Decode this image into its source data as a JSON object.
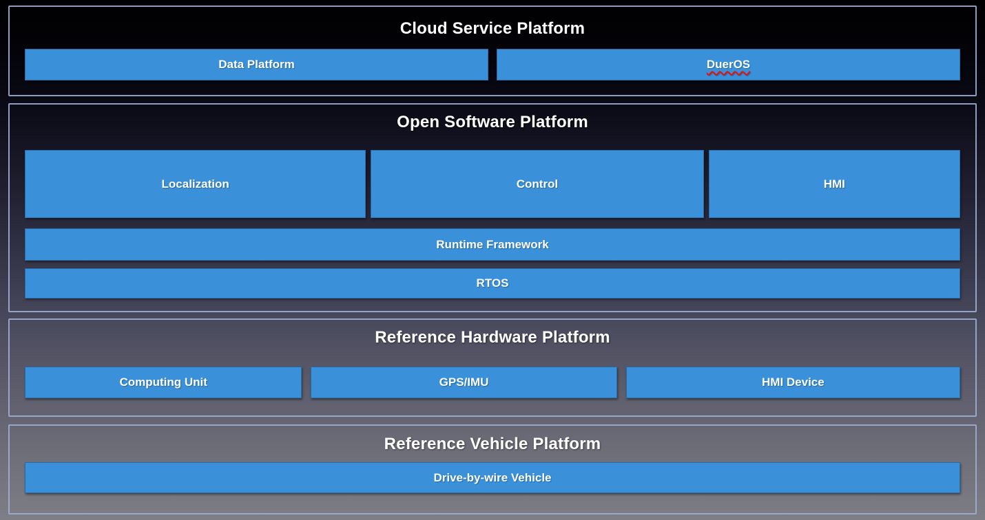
{
  "diagram": {
    "sections": [
      {
        "title": "Cloud Service Platform",
        "boxes": {
          "data_platform": "Data Platform",
          "dueros": "DuerOS"
        }
      },
      {
        "title": "Open Software Platform",
        "boxes": {
          "localization": "Localization",
          "control": "Control",
          "hmi": "HMI",
          "runtime_framework": "Runtime Framework",
          "rtos": "RTOS"
        }
      },
      {
        "title": "Reference Hardware Platform",
        "boxes": {
          "computing_unit": "Computing Unit",
          "gps_imu": "GPS/IMU",
          "hmi_device": "HMI Device"
        }
      },
      {
        "title": "Reference Vehicle Platform",
        "boxes": {
          "drive_by_wire": "Drive-by-wire Vehicle"
        }
      }
    ],
    "colors": {
      "box_fill": "#3a91da",
      "panel_border": "#9eafd2",
      "text": "#ffffff",
      "spellcheck_underline": "#e8100c",
      "background_top": "#000000",
      "background_bottom": "#7e7e87"
    }
  }
}
